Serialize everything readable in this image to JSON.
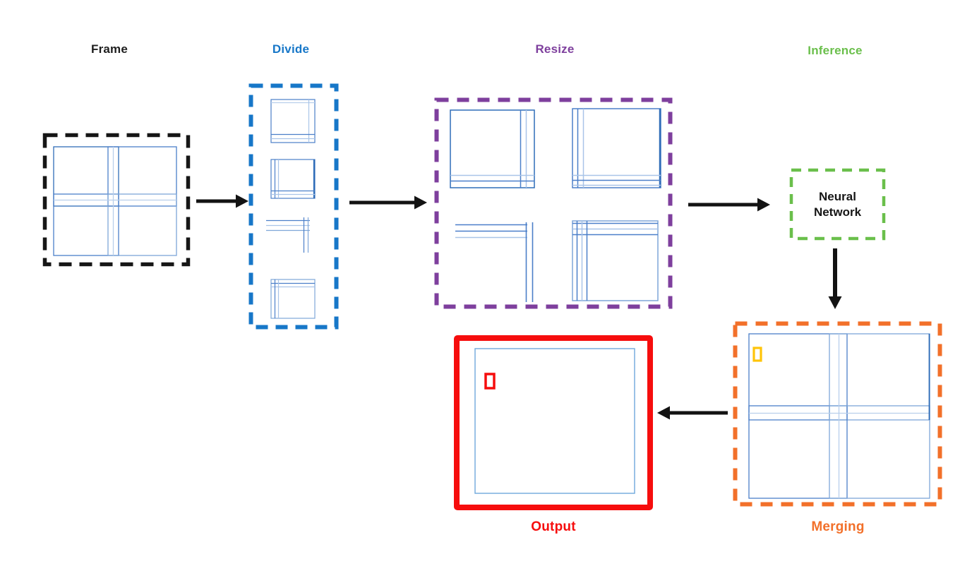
{
  "pipeline": {
    "stage_labels": {
      "frame": "Frame",
      "divide": "Divide",
      "resize": "Resize",
      "inference": "Inference",
      "merging": "Merging",
      "output": "Output"
    },
    "inference_node_label": "Neural Network",
    "flow_order": [
      "Frame",
      "Divide",
      "Resize",
      "Inference",
      "Merging",
      "Output"
    ],
    "colors": {
      "frame_stage": "#1e1e1e",
      "divide_stage": "#1777c8",
      "resize_stage": "#7e3f9d",
      "inference_stage": "#6abf4b",
      "merging_stage": "#f2702a",
      "output_stage": "#f60d0d",
      "image_line_art_dark": "#2f6db8",
      "image_line_art_mid": "#4b7fc9",
      "image_line_art_light": "#a9c4e8",
      "merging_detection_box": "#ffc409",
      "output_detection_box": "#f60d0d",
      "arrow": "#131313"
    }
  }
}
